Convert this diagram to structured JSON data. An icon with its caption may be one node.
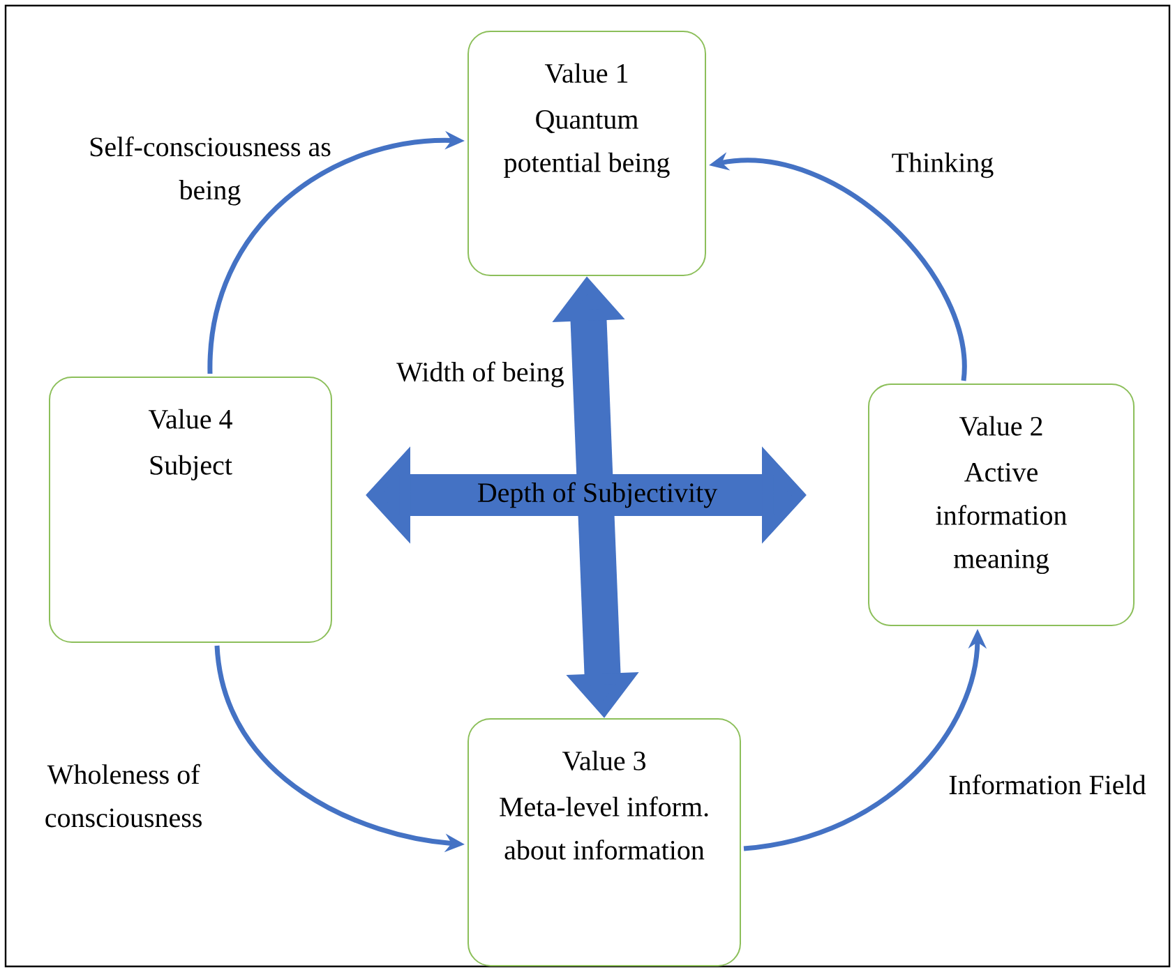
{
  "diagram": {
    "nodes": [
      {
        "text": [
          "Value 1",
          "Quantum potential being"
        ]
      },
      {
        "text": [
          "Value 4",
          "Subject"
        ]
      },
      {
        "text": [
          "Value 2",
          "Active information meaning"
        ]
      },
      {
        "text": [
          "Value 3",
          "Meta-level inform. about information"
        ]
      }
    ],
    "edges": [
      {
        "from": 1,
        "to": 0,
        "arrow": "to",
        "label": "Self-consciousness as being"
      },
      {
        "from": 2,
        "to": 0,
        "arrow": "to",
        "label": "Thinking"
      },
      {
        "from": 1,
        "to": 3,
        "arrow": "to",
        "label": "Wholeness of consciousness"
      },
      {
        "from": 3,
        "to": 2,
        "arrow": "to",
        "label": "Information Field"
      },
      {
        "from": 0,
        "to": 3,
        "arrow": "both",
        "style": "thick",
        "label": "Width of being"
      }
    ],
    "labels": [
      "Depth of Subjectivity"
    ]
  }
}
